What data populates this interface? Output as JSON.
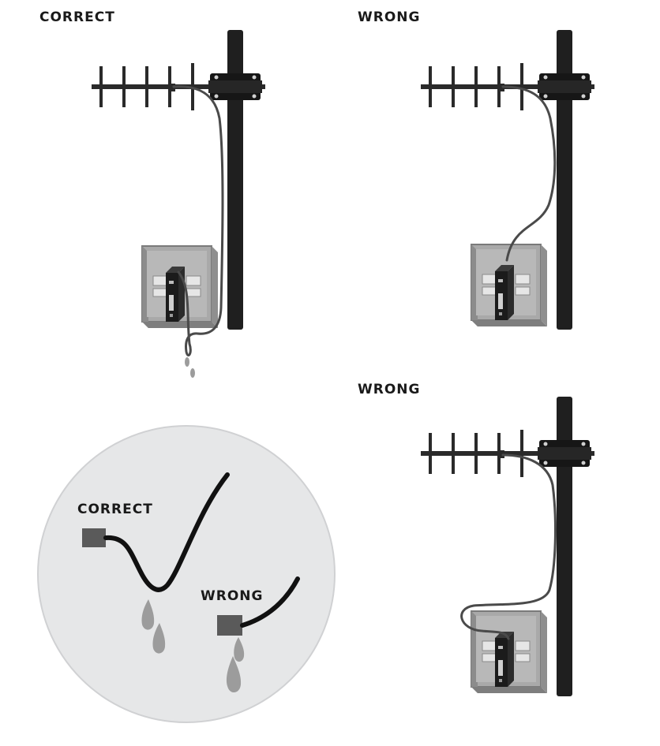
{
  "panels": {
    "top_left": {
      "label": "CORRECT"
    },
    "top_right": {
      "label": "WRONG"
    },
    "bottom_right": {
      "label": "WRONG"
    }
  },
  "inset": {
    "correct_label": "CORRECT",
    "wrong_label": "WRONG"
  },
  "colors": {
    "pole": "#1f1f1f",
    "cable": "#4a4a4a",
    "enclosure": "#9a9a9a",
    "drip": "#9c9c9c",
    "inset_bg": "#e6e7e8"
  }
}
